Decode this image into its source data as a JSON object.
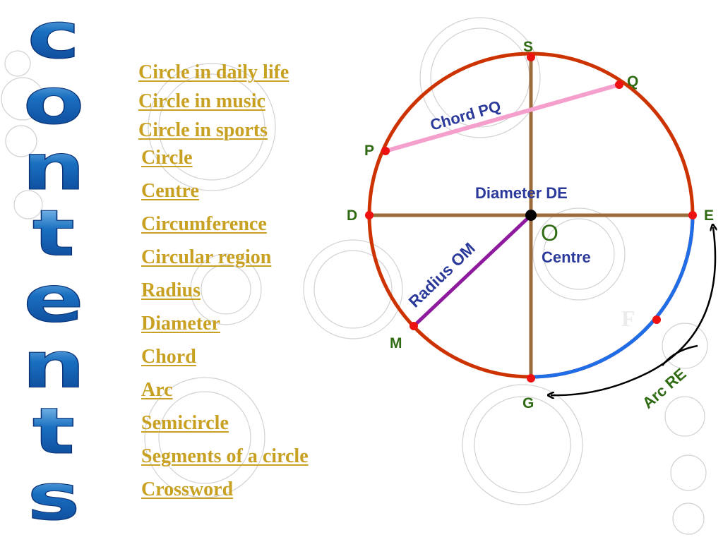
{
  "title": "Contents",
  "menu": [
    "Circle in daily life",
    "Circle in music",
    "Circle in sports",
    "Circle",
    "Centre",
    "Circumference",
    "Circular region",
    "Radius",
    "Diameter",
    "Chord",
    "Arc",
    "Semicircle",
    "Segments of a circle",
    "Crossword"
  ],
  "diagram": {
    "points": {
      "S": "S",
      "Q": "Q",
      "P": "P",
      "D": "D",
      "E": "E",
      "O": "O",
      "M": "M",
      "G": "G",
      "F": "F"
    },
    "labels": {
      "chord": "Chord PQ",
      "diameter": "Diameter DE",
      "radius": "Radius OM",
      "centre": "Centre",
      "arc": "Arc RE"
    },
    "colors": {
      "circle": "#cc3300",
      "diameter": "#9c6b3c",
      "chord": "#f5a0cc",
      "radius": "#8e1a9e",
      "arc": "#1f6ee8",
      "point": "#ee1111",
      "pointLabel": "#2f6b12",
      "text": "#2b3a9a",
      "link": "#c8a022",
      "title": "#1a6fc0"
    }
  }
}
